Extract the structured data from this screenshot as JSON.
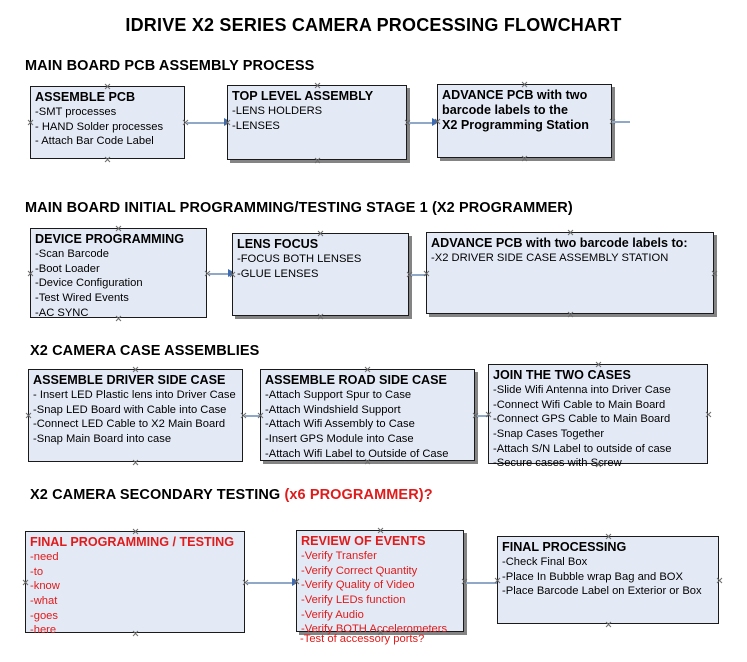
{
  "document": {
    "title": "IDRIVE X2  SERIES CAMERA PROCESSING FLOWCHART",
    "accent_red": "#E01B1B",
    "box_fill": "#E4EAF5",
    "arrow_color": "#3B6CB5"
  },
  "sections": [
    {
      "id": "main-board-pcb-assembly",
      "title": "MAIN BOARD PCB ASSEMBLY PROCESS",
      "title_suffix": "",
      "boxes": [
        {
          "id": "assemble-pcb",
          "heading": "ASSEMBLE PCB",
          "lines": [
            "-SMT processes",
            "- HAND Solder processes",
            "- Attach Bar Code Label"
          ]
        },
        {
          "id": "top-level-assembly",
          "heading": "TOP LEVEL ASSEMBLY",
          "lines": [
            "-LENS HOLDERS",
            "-LENSES"
          ]
        },
        {
          "id": "advance-pcb-programming-station",
          "heading": "ADVANCE PCB with two\nbarcode labels to the\n X2 Programming Station",
          "lines": []
        }
      ]
    },
    {
      "id": "main-board-initial-programming",
      "title": "MAIN BOARD INITIAL PROGRAMMING/TESTING STAGE 1 (X2 PROGRAMMER)",
      "title_suffix": "",
      "boxes": [
        {
          "id": "device-programming",
          "heading": "DEVICE PROGRAMMING",
          "lines": [
            "-Scan Barcode",
            "-Boot Loader",
            "-Device Configuration",
            "-Test Wired Events",
            "-AC SYNC"
          ]
        },
        {
          "id": "lens-focus",
          "heading": "LENS FOCUS",
          "lines": [
            "-FOCUS BOTH LENSES",
            "-GLUE LENSES"
          ]
        },
        {
          "id": "advance-pcb-driver-side-station",
          "heading": "ADVANCE PCB with two barcode labels to:",
          "lines": [
            "-X2 DRIVER  SIDE  CASE  ASSEMBLY STATION"
          ]
        }
      ]
    },
    {
      "id": "x2-camera-case-assemblies",
      "title": "X2 CAMERA CASE ASSEMBLIES",
      "title_suffix": "",
      "boxes": [
        {
          "id": "assemble-driver-side-case",
          "heading": "ASSEMBLE DRIVER SIDE CASE",
          "lines": [
            "- Insert LED Plastic lens into Driver Case",
            "-Snap LED Board with Cable into Case",
            "-Connect LED Cable to X2 Main Board",
            "-Snap Main Board into case"
          ]
        },
        {
          "id": "assemble-road-side-case",
          "heading": "ASSEMBLE ROAD SIDE CASE",
          "lines": [
            "-Attach Support Spur to Case",
            "-Attach Windshield Support",
            "-Attach Wifi Assembly to Case",
            "-Insert GPS Module into Case",
            "-Attach Wifi Label to Outside of Case"
          ]
        },
        {
          "id": "join-the-two-cases",
          "heading": "JOIN THE TWO CASES",
          "lines": [
            "-Slide Wifi Antenna into Driver Case",
            "-Connect Wifi Cable to Main Board",
            "-Connect GPS Cable to Main Board",
            "-Snap Cases Together",
            "-Attach S/N Label to outside of case",
            "-Secure cases with Screw"
          ]
        }
      ]
    },
    {
      "id": "x2-camera-secondary-testing",
      "title": "X2 CAMERA SECONDARY TESTING ",
      "title_suffix": "(x6 PROGRAMMER)?",
      "boxes": [
        {
          "id": "final-programming-testing",
          "heading": "FINAL PROGRAMMING / TESTING",
          "lines": [
            "-need",
            "-to",
            "-know",
            "-what",
            "-goes",
            "-here"
          ]
        },
        {
          "id": "review-of-events",
          "heading": "REVIEW OF EVENTS",
          "lines": [
            "-Verify Transfer",
            "-Verify Correct Quantity",
            "-Verify Quality of Video",
            "-Verify LEDs function",
            "-Verify Audio",
            "-Verify BOTH Accelerometers"
          ],
          "overflow_line": "-Test of accessory ports?"
        },
        {
          "id": "final-processing",
          "heading": "FINAL PROCESSING",
          "lines": [
            " -Check Final Box",
            "-Place In Bubble wrap Bag and BOX",
            "-Place Barcode Label on Exterior or Box"
          ]
        }
      ]
    }
  ]
}
